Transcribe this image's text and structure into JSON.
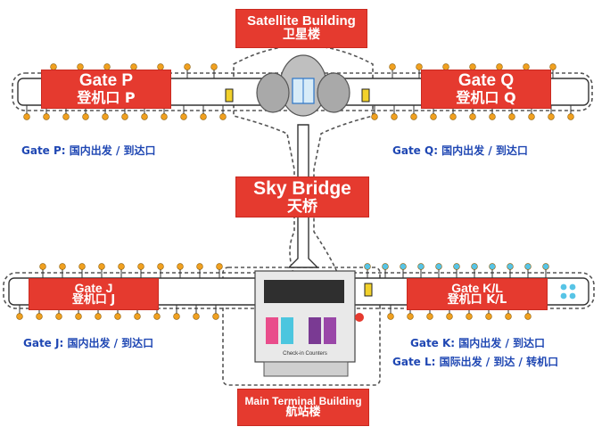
{
  "labels": {
    "satellite": {
      "en": "Satellite Building",
      "cn": "卫星楼"
    },
    "gate_p": {
      "en": "Gate P",
      "cn": "登机口 P"
    },
    "gate_q": {
      "en": "Gate Q",
      "cn": "登机口 Q"
    },
    "sky_bridge": {
      "en": "Sky Bridge",
      "cn": "天桥"
    },
    "gate_j": {
      "en": "Gate J",
      "cn": "登机口 J"
    },
    "gate_kl": {
      "en": "Gate K/L",
      "cn": "登机口 K/L"
    },
    "main_terminal": {
      "en": "Main Terminal Building",
      "cn": "航站楼"
    }
  },
  "info": {
    "p": "Gate P: 国内出发 / 到达口",
    "q": "Gate Q: 国内出发 / 到达口",
    "j": "Gate J: 国内出发 / 到达口",
    "k": "Gate K: 国内出发 / 到达口",
    "l": "Gate L: 国际出发 / 到达 / 转机口"
  },
  "check_in_label": "Check-in Counters",
  "colors": {
    "label_red": "#e53a2f",
    "info_blue": "#1f47b3",
    "stand_orange": "#f0a020",
    "stand_cyan": "#57c4e6",
    "outline_dash": "#555555",
    "corridor_fill": "#ffffff"
  }
}
